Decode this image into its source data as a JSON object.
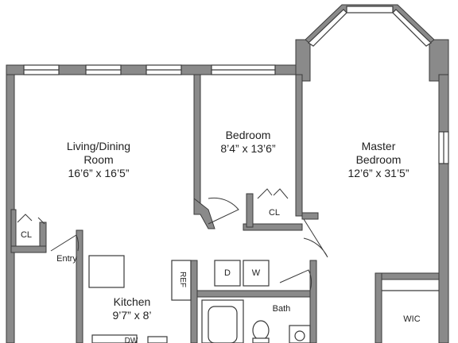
{
  "rooms": {
    "living": {
      "name_line1": "Living/Dining",
      "name_line2": "Room",
      "size": "16’6” x 16’5”"
    },
    "bedroom": {
      "name": "Bedroom",
      "size": "8’4” x 13’6”"
    },
    "master": {
      "name_line1": "Master",
      "name_line2": "Bedroom",
      "size": "12’6” x 31’5”"
    },
    "kitchen": {
      "name": "Kitchen",
      "size": "9’7” x 8’"
    },
    "bath": {
      "name": "Bath"
    },
    "wic": {
      "name": "WIC"
    },
    "entry": {
      "name": "Entry"
    },
    "closet_living": {
      "name": "CL"
    },
    "closet_bedroom": {
      "name": "CL"
    }
  },
  "appliances": {
    "ref": "REF",
    "dryer": "D",
    "washer": "W",
    "dishwasher": "DW"
  }
}
